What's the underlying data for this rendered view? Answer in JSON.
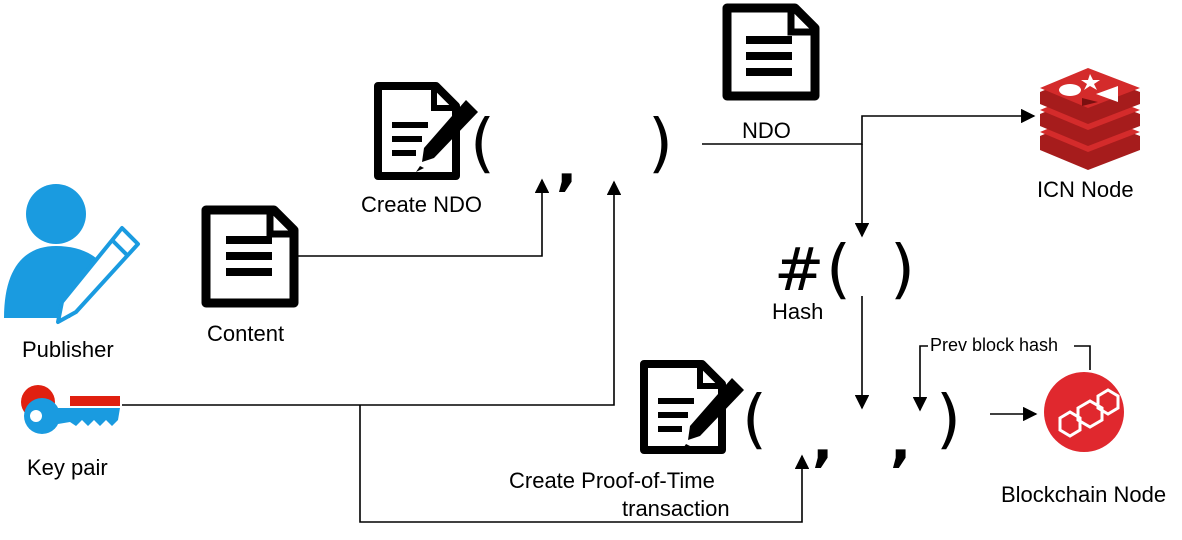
{
  "labels": {
    "publisher": "Publisher",
    "key_pair": "Key pair",
    "content": "Content",
    "create_ndo": "Create NDO",
    "ndo": "NDO",
    "icn_node": "ICN Node",
    "hash": "Hash",
    "prev_block_hash": "Prev block hash",
    "create_pot_line1": "Create Proof-of-Time",
    "create_pot_line2": "transaction",
    "blockchain_node": "Blockchain Node"
  },
  "symbols": {
    "open_paren": "(",
    "close_paren": ")",
    "comma": ",",
    "hash_sign": "#"
  },
  "colors": {
    "publisher_blue": "#1A9BE0",
    "key_red": "#E02010",
    "key_blue": "#1A9BE0",
    "icn_red": "#D42B2B",
    "blockchain_red": "#E0282E"
  },
  "icons": [
    "user-edit-icon",
    "key-icon",
    "document-icon",
    "document-edit-icon",
    "redis-stack-icon",
    "blockchain-icon"
  ]
}
